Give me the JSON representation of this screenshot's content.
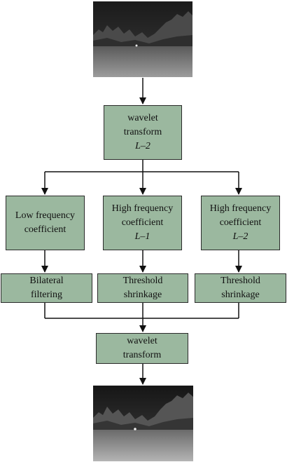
{
  "colors": {
    "box_fill": "#9bb89f",
    "line": "#111111"
  },
  "input_image": {
    "icon": "thermal-night-scene-image"
  },
  "output_image": {
    "icon": "thermal-night-scene-image"
  },
  "wavelet_top": {
    "line1": "wavelet",
    "line2": "transform",
    "line3": "L–2"
  },
  "branches": [
    {
      "coefficient": {
        "line1": "Low frequency",
        "line2": "coefficient",
        "line3": ""
      },
      "process": {
        "line1": "Bilateral",
        "line2": "filtering"
      }
    },
    {
      "coefficient": {
        "line1": "High frequency",
        "line2": "coefficient",
        "line3": "L–1"
      },
      "process": {
        "line1": "Threshold",
        "line2": "shrinkage"
      }
    },
    {
      "coefficient": {
        "line1": "High frequency",
        "line2": "coefficient",
        "line3": "L–2"
      },
      "process": {
        "line1": "Threshold",
        "line2": "shrinkage"
      }
    }
  ],
  "wavelet_bottom": {
    "line1": "wavelet",
    "line2": "transform"
  }
}
